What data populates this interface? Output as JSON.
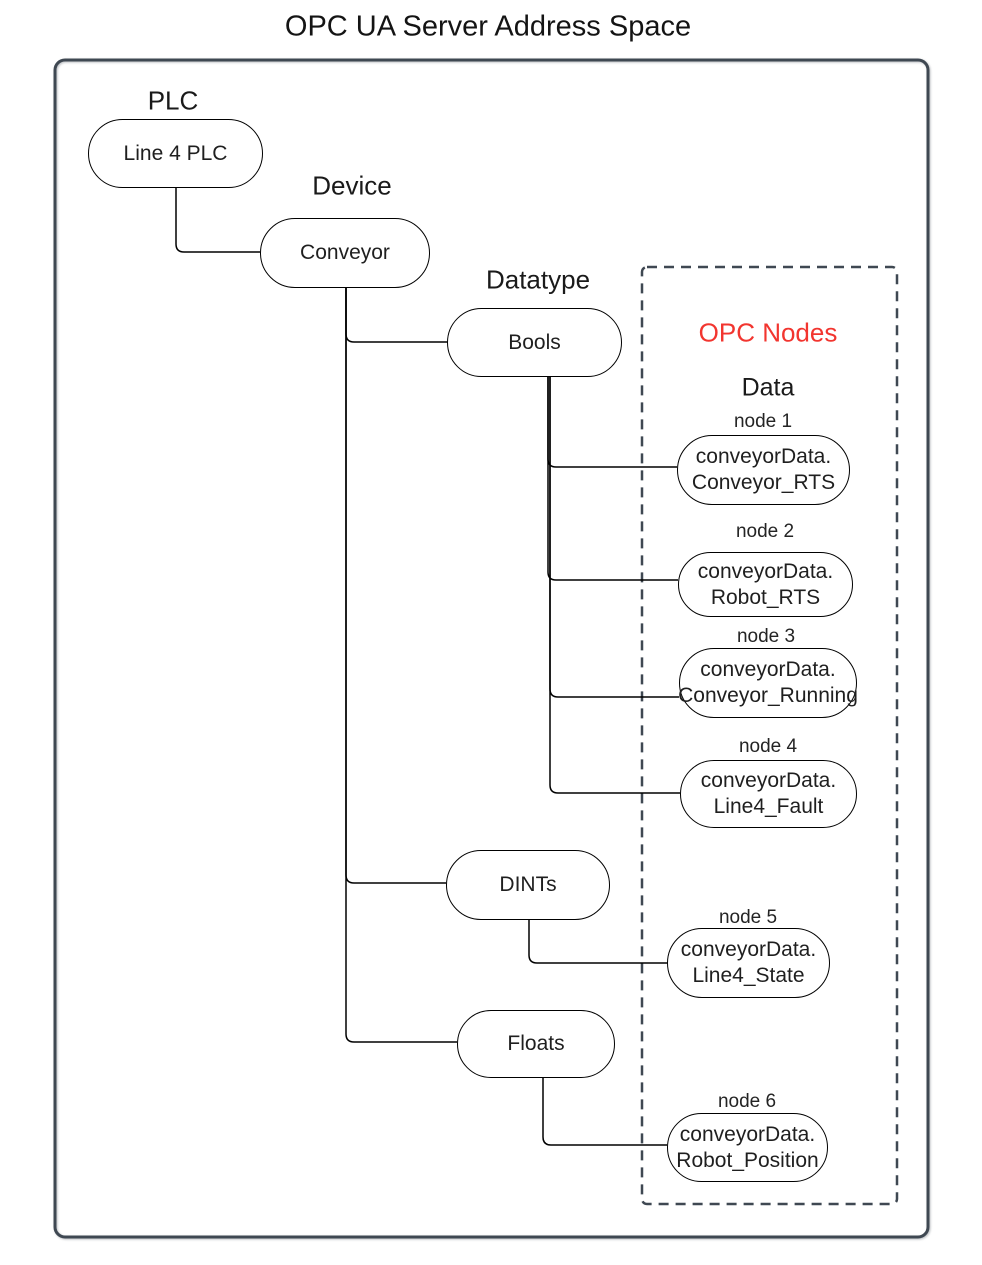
{
  "title": "OPC UA Server Address Space",
  "colors": {
    "accent_red": "#f2352f",
    "frame_stroke": "#3f4852",
    "node_stroke": "#000000",
    "background": "#ffffff"
  },
  "groups": {
    "plc_label": "PLC",
    "device_label": "Device",
    "datatype_label": "Datatype"
  },
  "tree": {
    "plc_node": "Line 4 PLC",
    "device_node": "Conveyor",
    "datatype_nodes": [
      "Bools",
      "DINTs",
      "Floats"
    ]
  },
  "opc_panel": {
    "title": "OPC Nodes",
    "subtitle": "Data",
    "nodes": [
      {
        "tag": "node 1",
        "line1": "conveyorData.",
        "line2": "Conveyor_RTS"
      },
      {
        "tag": "node 2",
        "line1": "conveyorData.",
        "line2": "Robot_RTS"
      },
      {
        "tag": "node 3",
        "line1": "conveyorData.",
        "line2": "Conveyor_Running"
      },
      {
        "tag": "node 4",
        "line1": "conveyorData.",
        "line2": "Line4_Fault"
      },
      {
        "tag": "node 5",
        "line1": "conveyorData.",
        "line2": "Line4_State"
      },
      {
        "tag": "node 6",
        "line1": "conveyorData.",
        "line2": "Robot_Position"
      }
    ]
  }
}
